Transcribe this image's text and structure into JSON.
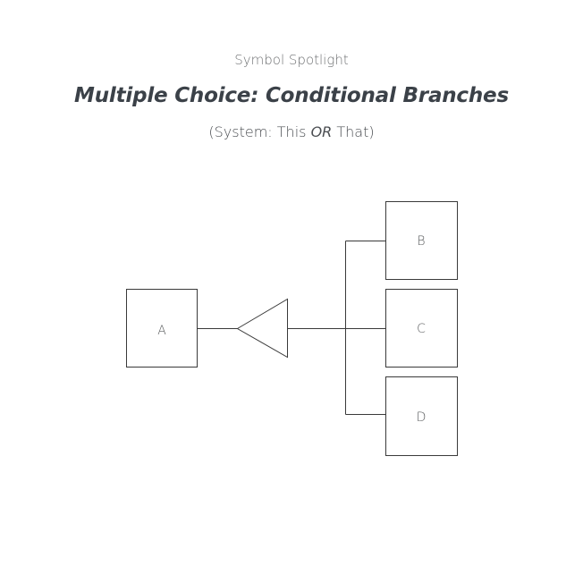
{
  "header": {
    "kicker": "Symbol Spotlight",
    "title": "Multiple Choice: Conditional Branches",
    "subtitle_prefix": "(System: This ",
    "subtitle_emph": "OR",
    "subtitle_suffix": " That)"
  },
  "diagram": {
    "source_box": "A",
    "branch_boxes": [
      "B",
      "C",
      "D"
    ],
    "symbol": "triangle"
  }
}
